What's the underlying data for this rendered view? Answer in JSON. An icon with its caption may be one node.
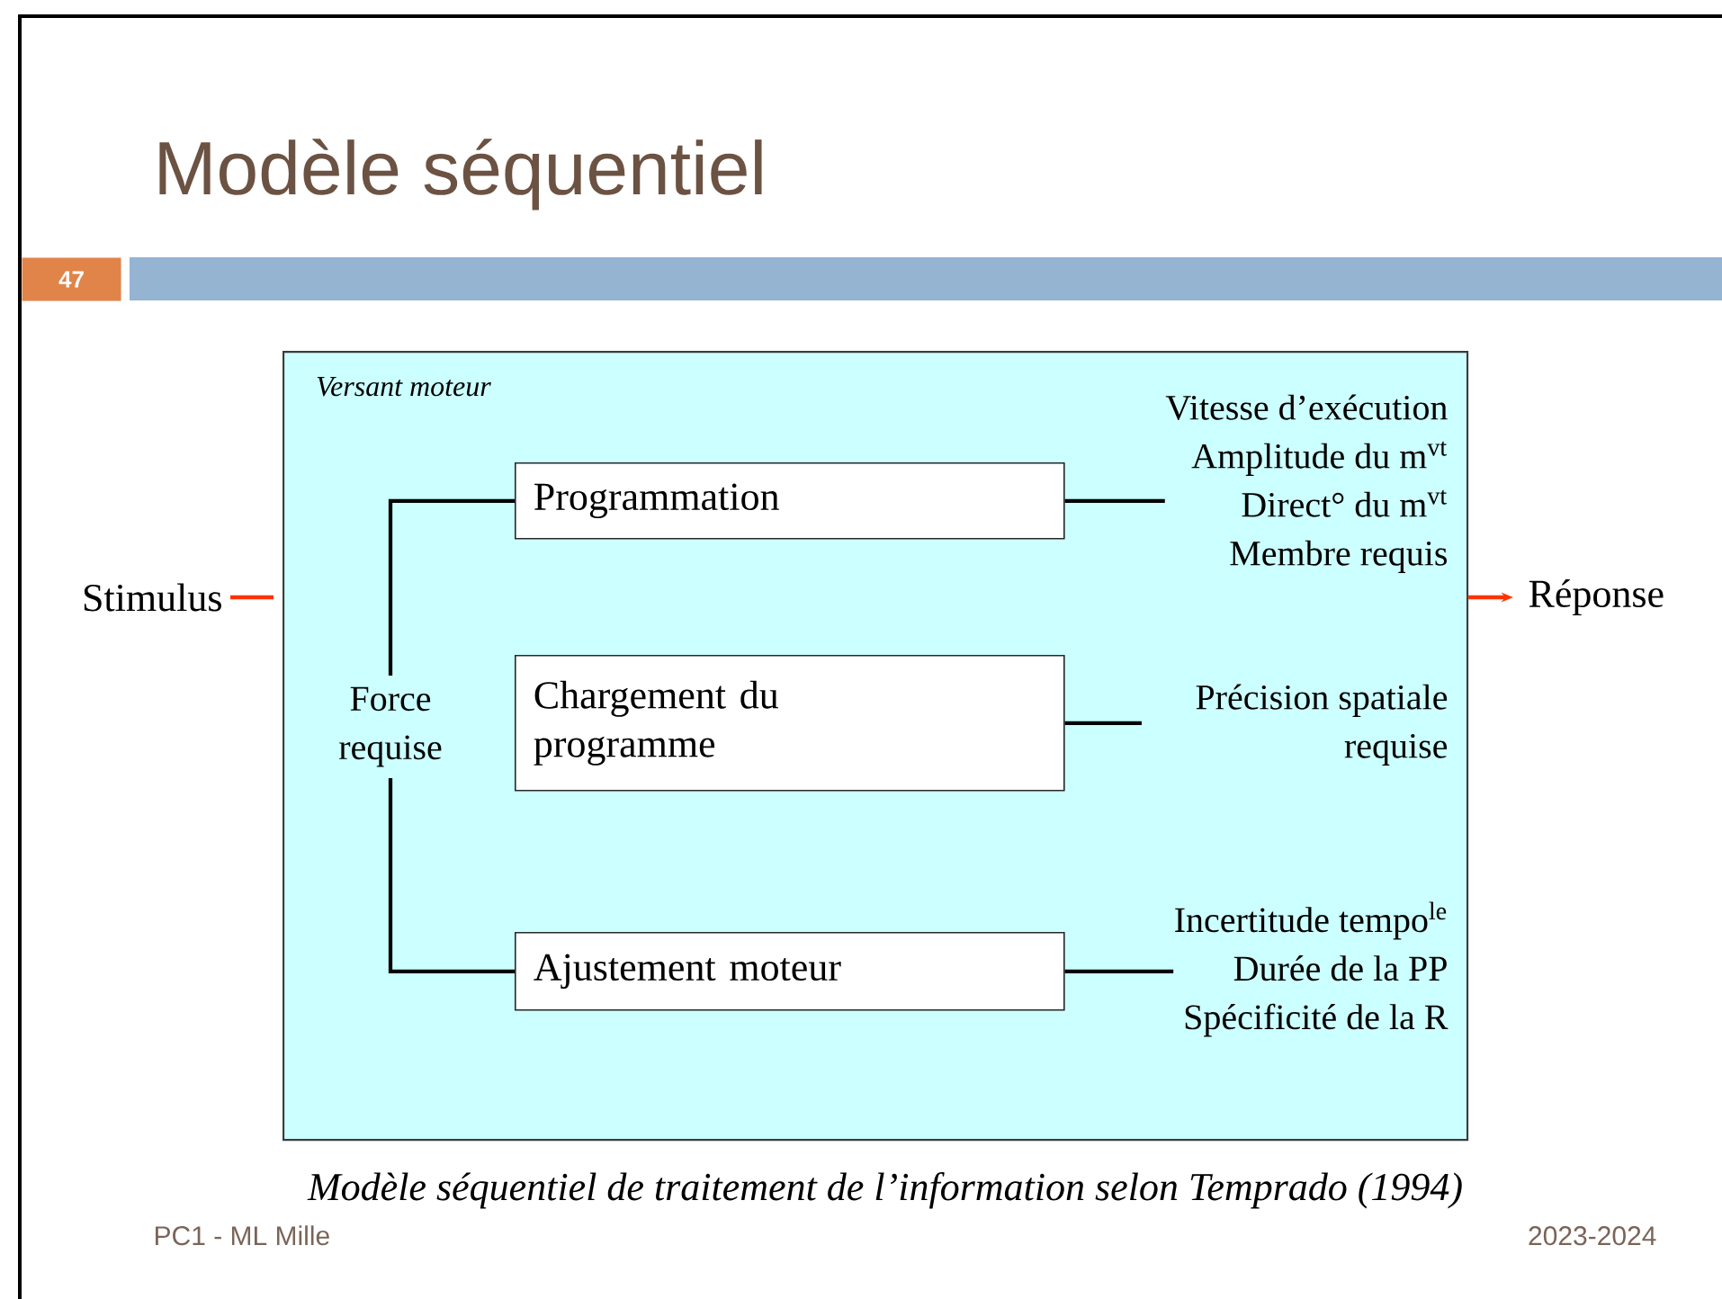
{
  "diagram": {
    "title": "Modèle séquentiel",
    "caption": "Modèle séquentiel de traitement de l’information selon Temprado (1994)",
    "nodes": [
      {
        "text": [
          "Versant moteur"
        ]
      },
      {
        "text": [
          "Stimulus"
        ]
      },
      {
        "text": [
          "Réponse"
        ]
      },
      {
        "text": [
          "Programmation"
        ],
        "in": 0
      },
      {
        "text": [
          "Force requise"
        ],
        "in": 0
      },
      {
        "text": [
          "Chargement du programme"
        ],
        "in": 0
      },
      {
        "text": [
          "Ajustement moteur"
        ],
        "in": 0
      },
      {
        "text": [
          "Vitesse d’exécution",
          "Amplitude du m$^{vt}$",
          "Direct° du m$^{vt}$",
          "Membre requis"
        ],
        "in": 0
      },
      {
        "text": [
          "Précision spatiale requise"
        ],
        "in": 0
      },
      {
        "text": [
          "Incertitude tempo$^{le}$",
          "Durée de la PP",
          "Spécificité de la R"
        ],
        "in": 0
      }
    ],
    "edges": [
      {
        "from": 1,
        "to": 0,
        "arrow": "none",
        "color": "#ff3300"
      },
      {
        "from": 0,
        "to": 2,
        "arrow": "to",
        "color": "#ff3300"
      },
      {
        "from": 4,
        "to": 3,
        "arrow": "none"
      },
      {
        "from": 4,
        "to": 6,
        "arrow": "none"
      },
      {
        "from": 3,
        "to": 7,
        "arrow": "none"
      },
      {
        "from": 5,
        "to": 8,
        "arrow": "none"
      },
      {
        "from": 6,
        "to": 9,
        "arrow": "none"
      }
    ],
    "labels": [
      "47",
      "PC1 - ML Mille",
      "2023-2024"
    ]
  }
}
